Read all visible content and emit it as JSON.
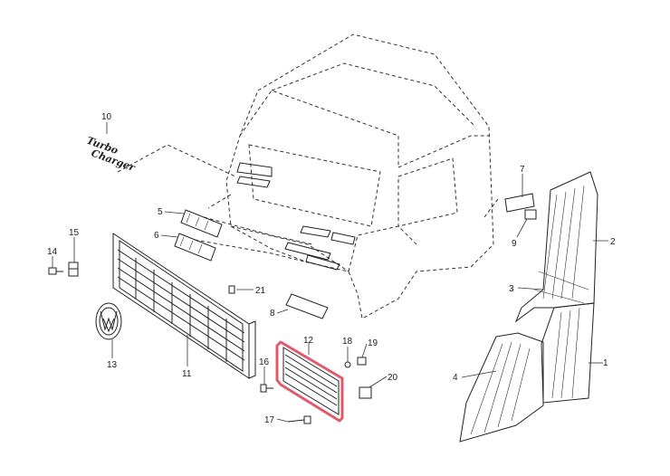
{
  "callouts": [
    {
      "id": "1",
      "label": "1"
    },
    {
      "id": "2",
      "label": "2"
    },
    {
      "id": "3",
      "label": "3"
    },
    {
      "id": "4",
      "label": "4"
    },
    {
      "id": "5",
      "label": "5"
    },
    {
      "id": "6",
      "label": "6"
    },
    {
      "id": "7",
      "label": "7"
    },
    {
      "id": "8",
      "label": "8"
    },
    {
      "id": "9",
      "label": "9"
    },
    {
      "id": "10",
      "label": "10"
    },
    {
      "id": "11",
      "label": "11"
    },
    {
      "id": "12",
      "label": "12"
    },
    {
      "id": "13",
      "label": "13"
    },
    {
      "id": "14",
      "label": "14"
    },
    {
      "id": "15",
      "label": "15"
    },
    {
      "id": "16",
      "label": "16"
    },
    {
      "id": "17",
      "label": "17"
    },
    {
      "id": "18",
      "label": "18"
    },
    {
      "id": "19",
      "label": "19"
    },
    {
      "id": "20",
      "label": "20"
    },
    {
      "id": "21",
      "label": "21"
    }
  ],
  "emblem": {
    "line1": "Turbo",
    "line2": "Charger"
  },
  "highlight": {
    "part": "12",
    "color": "#e05a6a"
  },
  "colors": {
    "ink": "#222222",
    "highlight": "#e05a6a"
  }
}
